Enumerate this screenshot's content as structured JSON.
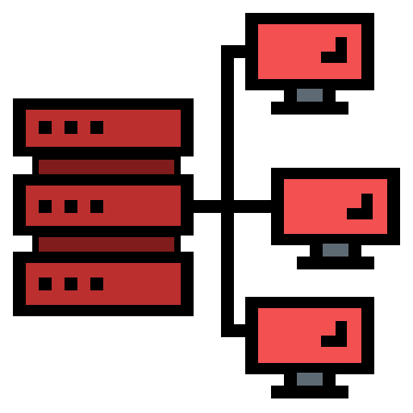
{
  "icon": {
    "name": "server-network-icon",
    "colors": {
      "outline": "#000000",
      "server_body": "#bb2f2e",
      "server_gap": "#811c1c",
      "monitor_screen": "#f35052",
      "monitor_neck": "#5e6a73",
      "led": "#000000",
      "background": "#ffffff"
    },
    "server_units": [
      {
        "name": "top",
        "leds": 3
      },
      {
        "name": "middle",
        "leds": 3
      },
      {
        "name": "bottom",
        "leds": 3
      }
    ],
    "monitors": [
      {
        "name": "top"
      },
      {
        "name": "middle"
      },
      {
        "name": "bottom"
      }
    ]
  }
}
